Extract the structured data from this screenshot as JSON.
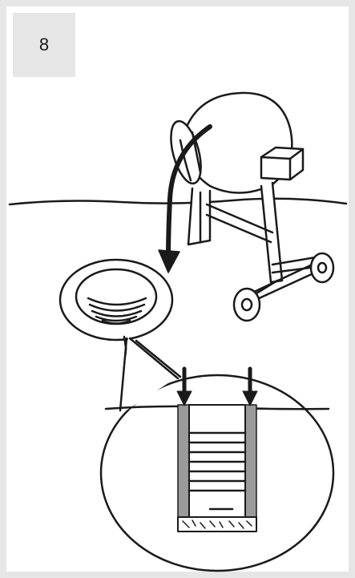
{
  "step": {
    "number": "8"
  },
  "colors": {
    "ink": "#1a1a1a",
    "frame": "#e6e6e6",
    "post_fill": "#9a9a9a",
    "background": "#ffffff"
  },
  "illustration": {
    "depicts": [
      "cement-mixer",
      "concrete-pour-arrow",
      "post-hole",
      "detail-callout",
      "post-cross-section",
      "gravel-base"
    ]
  }
}
